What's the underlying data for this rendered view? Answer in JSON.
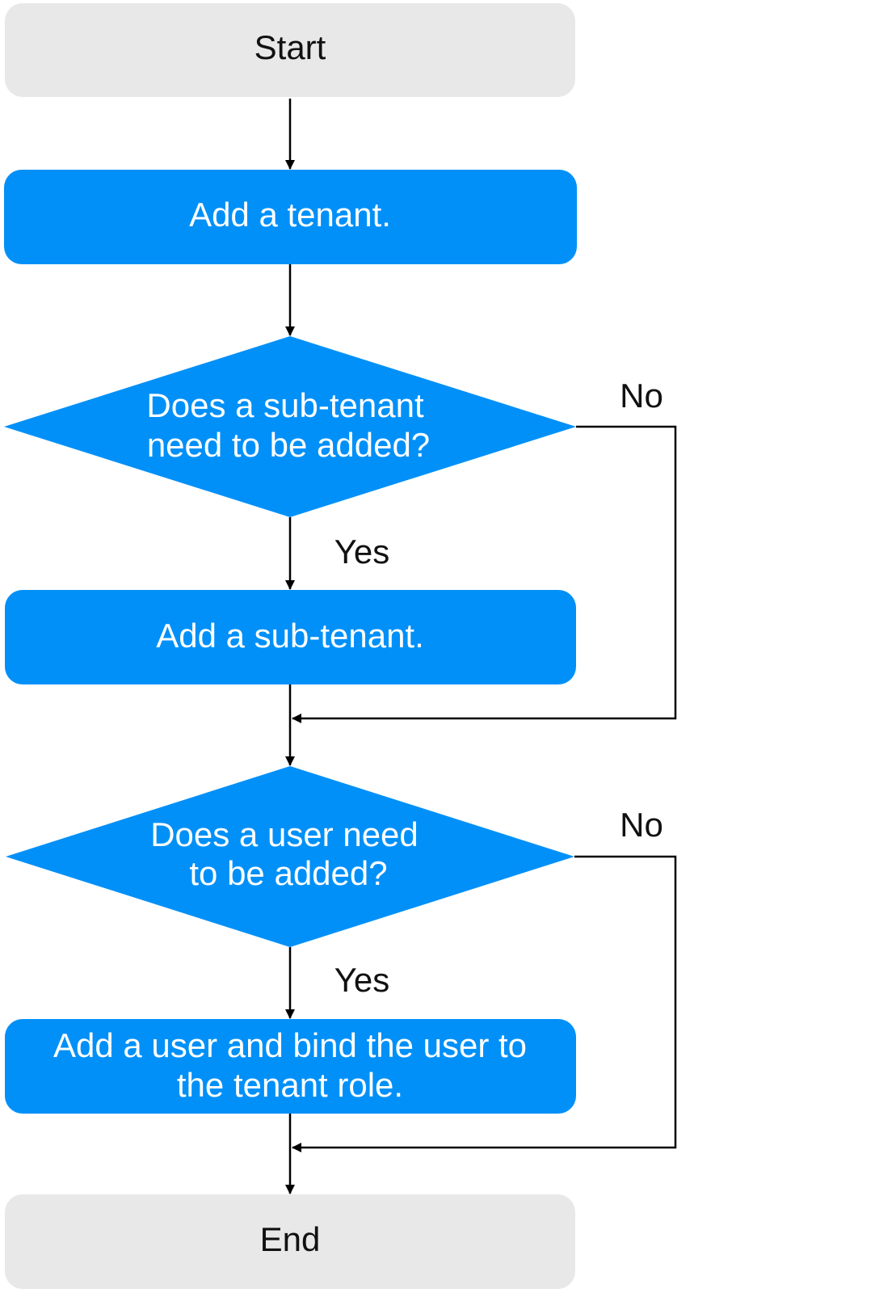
{
  "colors": {
    "terminal_fill": "#e8e8e8",
    "process_fill": "#0090f8",
    "decision_fill": "#0090f8",
    "dark_text": "#111111",
    "light_text": "#ffffff",
    "line": "#000000"
  },
  "nodes": {
    "start": {
      "label": "Start"
    },
    "add_tenant": {
      "label": "Add a tenant."
    },
    "decision_subtenant": {
      "line1": "Does a sub-tenant",
      "line2": "need to be added?"
    },
    "add_subtenant": {
      "label": "Add a sub-tenant."
    },
    "decision_user": {
      "line1": "Does a user need",
      "line2": "to be added?"
    },
    "add_user": {
      "line1": "Add a user and bind the user to",
      "line2": "the tenant role."
    },
    "end": {
      "label": "End"
    }
  },
  "edges": {
    "subtenant_yes": "Yes",
    "subtenant_no": "No",
    "user_yes": "Yes",
    "user_no": "No"
  }
}
